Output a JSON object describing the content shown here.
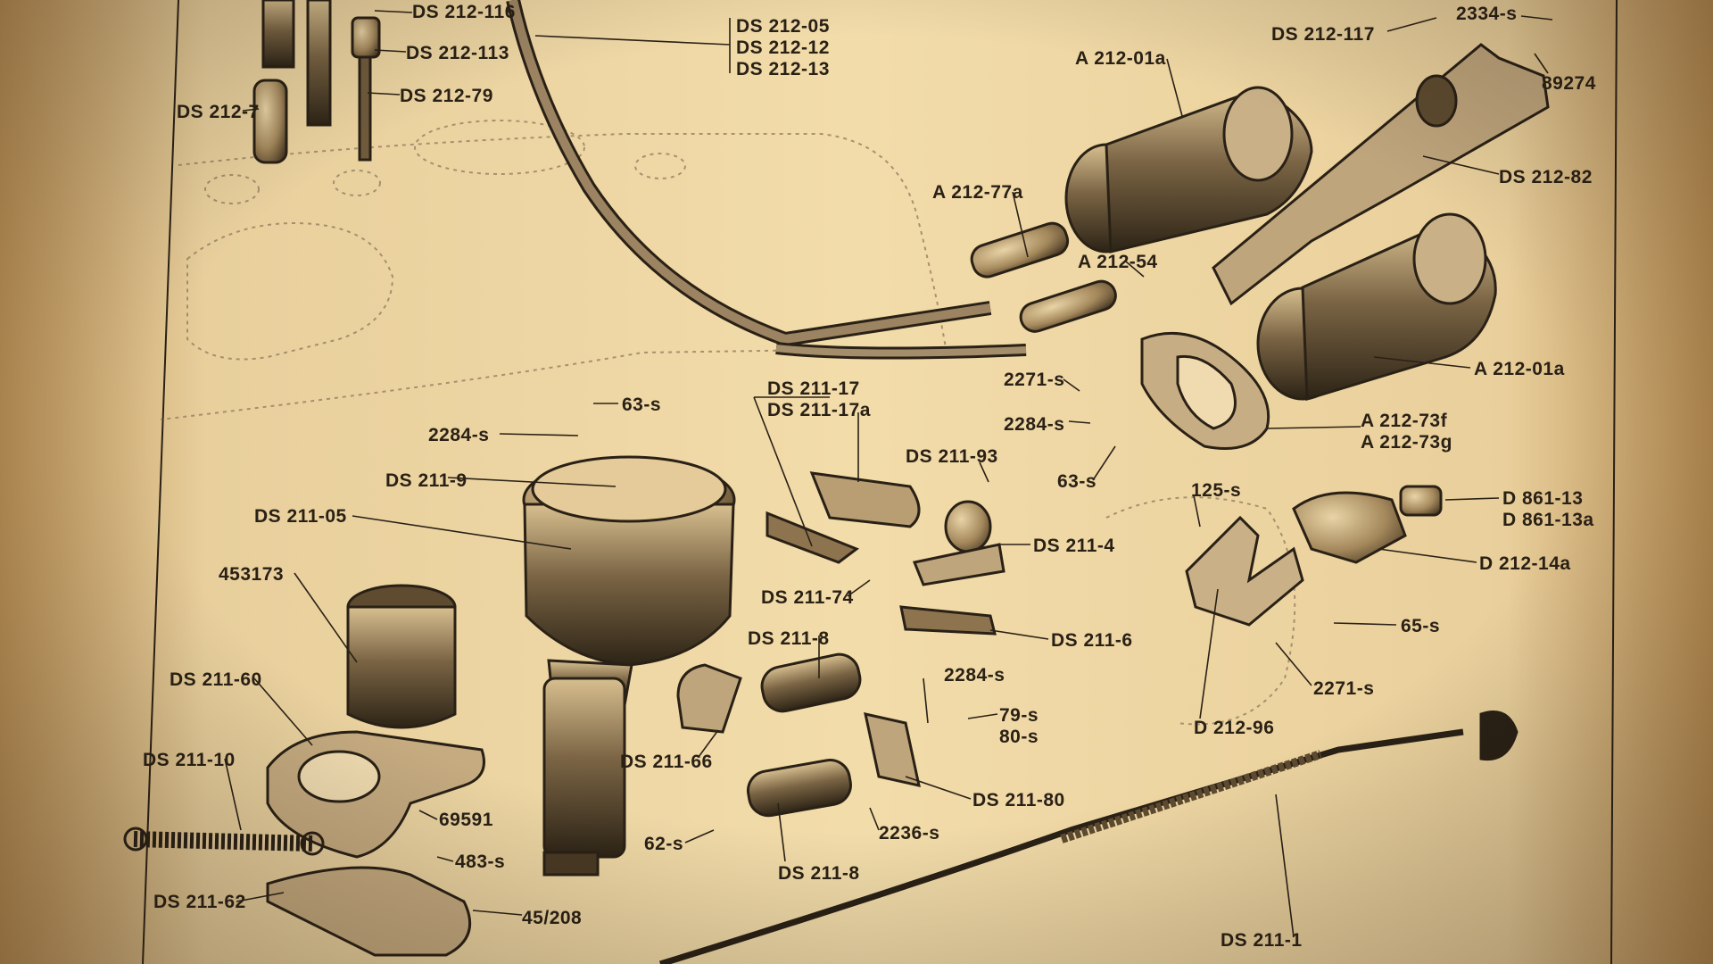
{
  "diagram": {
    "labels": [
      {
        "id": "ds212-116",
        "text": "DS 212-116"
      },
      {
        "id": "ds212-113",
        "text": "DS 212-113"
      },
      {
        "id": "ds212-05",
        "text": "DS 212-05"
      },
      {
        "id": "ds212-12",
        "text": "DS 212-12"
      },
      {
        "id": "ds212-13",
        "text": "DS 212-13"
      },
      {
        "id": "ds212-117",
        "text": "DS 212-117"
      },
      {
        "id": "2334-s",
        "text": "2334-s"
      },
      {
        "id": "89274",
        "text": "89274"
      },
      {
        "id": "a212-01a-top",
        "text": "A 212-01a"
      },
      {
        "id": "ds212-7",
        "text": "DS 212-7"
      },
      {
        "id": "ds212-79",
        "text": "DS 212-79"
      },
      {
        "id": "ds212-82",
        "text": "DS 212-82"
      },
      {
        "id": "a212-77a",
        "text": "A 212-77a"
      },
      {
        "id": "a212-54",
        "text": "A 212-54"
      },
      {
        "id": "a212-01a-bottom",
        "text": "A 212-01a"
      },
      {
        "id": "2271-s-top",
        "text": "2271-s"
      },
      {
        "id": "ds211-17",
        "text": "DS 211-17"
      },
      {
        "id": "ds211-17a",
        "text": "DS 211-17a"
      },
      {
        "id": "63-s-top",
        "text": "63-s"
      },
      {
        "id": "2284-s-top",
        "text": "2284-s"
      },
      {
        "id": "2284-s-mid",
        "text": "2284-s"
      },
      {
        "id": "a212-73f",
        "text": "A 212-73f"
      },
      {
        "id": "a212-73g",
        "text": "A 212-73g"
      },
      {
        "id": "ds211-93",
        "text": "DS 211-93"
      },
      {
        "id": "63-s-right",
        "text": "63-s"
      },
      {
        "id": "ds211-9",
        "text": "DS 211-9"
      },
      {
        "id": "125-s",
        "text": "125-s"
      },
      {
        "id": "d861-13",
        "text": "D 861-13"
      },
      {
        "id": "d861-13a",
        "text": "D 861-13a"
      },
      {
        "id": "ds211-05",
        "text": "DS 211-05"
      },
      {
        "id": "ds211-4",
        "text": "DS 211-4"
      },
      {
        "id": "d212-14a",
        "text": "D 212-14a"
      },
      {
        "id": "453173",
        "text": "453173"
      },
      {
        "id": "ds211-74",
        "text": "DS 211-74"
      },
      {
        "id": "ds211-8-top",
        "text": "DS 211-8"
      },
      {
        "id": "ds211-6",
        "text": "DS 211-6"
      },
      {
        "id": "65-s",
        "text": "65-s"
      },
      {
        "id": "ds211-60",
        "text": "DS 211-60"
      },
      {
        "id": "2284-s-low",
        "text": "2284-s"
      },
      {
        "id": "2271-s-low",
        "text": "2271-s"
      },
      {
        "id": "79-s",
        "text": "79-s"
      },
      {
        "id": "80-s",
        "text": "80-s"
      },
      {
        "id": "d212-96",
        "text": "D 212-96"
      },
      {
        "id": "ds211-66",
        "text": "DS 211-66"
      },
      {
        "id": "ds211-10",
        "text": "DS 211-10"
      },
      {
        "id": "ds211-80",
        "text": "DS 211-80"
      },
      {
        "id": "69591",
        "text": "69591"
      },
      {
        "id": "2236-s",
        "text": "2236-s"
      },
      {
        "id": "62-s",
        "text": "62-s"
      },
      {
        "id": "483-s",
        "text": "483-s"
      },
      {
        "id": "ds211-8-bottom",
        "text": "DS 211-8"
      },
      {
        "id": "ds211-62",
        "text": "DS 211-62"
      },
      {
        "id": "45-208",
        "text": "45/208"
      },
      {
        "id": "ds211-1",
        "text": "DS 211-1"
      }
    ]
  }
}
